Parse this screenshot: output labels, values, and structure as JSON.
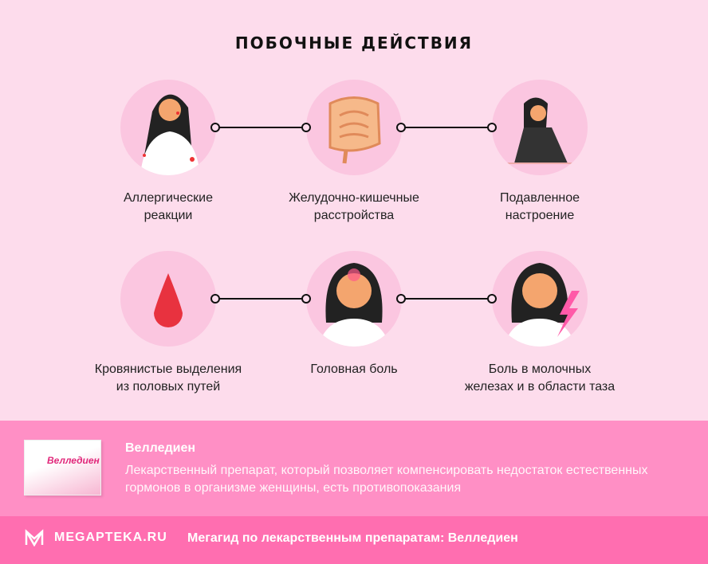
{
  "title": "ПОБОЧНЫЕ ДЕЙСТВИЯ",
  "effects": [
    {
      "label1": "Аллергические",
      "label2": "реакции",
      "icon": "allergy-woman-icon"
    },
    {
      "label1": "Желудочно-кишечные",
      "label2": "расстройства",
      "icon": "intestines-icon"
    },
    {
      "label1": "Подавленное",
      "label2": "настроение",
      "icon": "depressed-woman-icon"
    },
    {
      "label1": "Кровянистые выделения",
      "label2": "из половых путей",
      "icon": "blood-drop-icon"
    },
    {
      "label1": "Головная боль",
      "label2": "",
      "icon": "headache-woman-icon"
    },
    {
      "label1": "Боль в молочных",
      "label2": "железах и в области таза",
      "icon": "chest-pain-woman-icon"
    }
  ],
  "product": {
    "name": "Велледиен",
    "box_label": "Велледиен",
    "description": "Лекарственный препарат, который позволяет компенсировать недостаток естественных гормонов в организме женщины, есть противопоказания"
  },
  "footer": {
    "logo": "MEGAPTEKA.RU",
    "text": "Мегагид по лекарственным препаратам: Велледиен"
  },
  "colors": {
    "background": "#fddcec",
    "circle": "#fbc6e0",
    "band": "#ff8fc5",
    "footer": "#ff6eb0"
  }
}
